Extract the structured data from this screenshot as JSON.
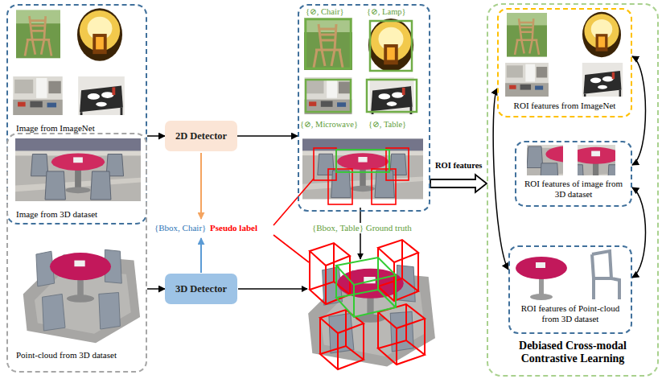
{
  "diagram": {
    "nodes": [
      {
        "text": [
          "Image from ImageNet",
          "Image from 3D dataset"
        ]
      },
      {
        "text": [
          "Point-cloud from 3D dataset"
        ]
      },
      {
        "text": [
          "2D Detector"
        ]
      },
      {
        "text": [
          "3D Detector"
        ]
      },
      {
        "text": [
          "{⊘, Chair}",
          "{⊘, Lamp}",
          "{⊘, Microwave}",
          "{⊘, Table}"
        ]
      },
      {
        "text": [
          "Debiased Cross-modal Contrastive Learning"
        ]
      },
      {
        "text": [
          "ROI features from ImageNet"
        ],
        "in": 5
      },
      {
        "text": [
          "ROI features of image from 3D dataset"
        ],
        "in": 5
      },
      {
        "text": [
          "ROI features of Point-cloud from 3D dataset"
        ],
        "in": 5
      }
    ],
    "edges": [
      {
        "from": 0,
        "to": 2,
        "arrow": "to"
      },
      {
        "from": 1,
        "to": 3,
        "arrow": "to"
      },
      {
        "from": 2,
        "to": 4,
        "arrow": "to"
      },
      {
        "from": 4,
        "to": 5,
        "arrow": "to",
        "label": "ROI features"
      },
      {
        "from": 6,
        "to": 7,
        "arrow": "both"
      },
      {
        "from": 7,
        "to": 8,
        "arrow": "both"
      },
      {
        "from": 6,
        "to": 8,
        "arrow": "both"
      }
    ],
    "labels": [
      "{Bbox, Chair}",
      "Pseudo label",
      "{Bbox, Table} Ground truth"
    ]
  }
}
